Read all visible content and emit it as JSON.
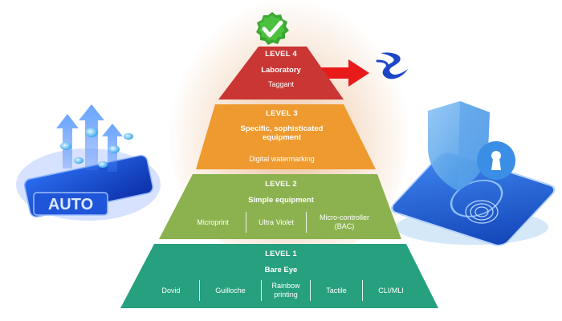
{
  "pyramid": {
    "levels": [
      {
        "title": "LEVEL 4",
        "subtitle": "Laboratory",
        "items": [
          "Taggant"
        ],
        "color": "#c93634"
      },
      {
        "title": "LEVEL 3",
        "subtitle": "Specific, sophisticated equipment",
        "items": [
          "Digital watermarking"
        ],
        "color": "#ef9a2e"
      },
      {
        "title": "LEVEL 2",
        "subtitle": "Simple equipment",
        "items": [
          "Microprint",
          "Ultra Violet",
          "Micro-controller (BAC)"
        ],
        "color": "#8cb24f"
      },
      {
        "title": "LEVEL 1",
        "subtitle": "Bare Eye",
        "items": [
          "Dovid",
          "Guilloche",
          "Rainbow printing",
          "Tactile",
          "CLI/MLI"
        ],
        "color": "#26a07e"
      }
    ]
  },
  "illustrations": {
    "left_phone_label": "AUTO",
    "accent_blue": "#3d7bea",
    "check_green": "#3aa832",
    "arrow_red": "#e81a1a"
  }
}
